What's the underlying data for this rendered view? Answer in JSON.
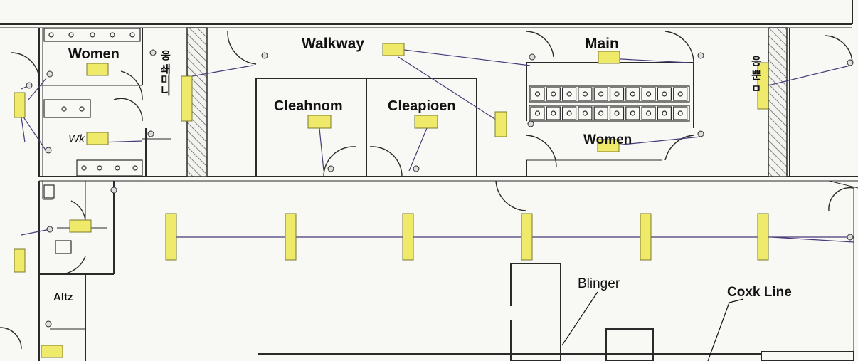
{
  "labels": {
    "women_top": "Women",
    "walkway": "Walkway",
    "main": "Main",
    "cleanroom_1": "Cleahnom",
    "cleanroom_2": "Cleapioen",
    "women_right": "Women",
    "blinger": "Blinger",
    "cook_line": "Coxk Line",
    "small_room": "Altz",
    "vertical_left": "웅 쇄미니",
    "vertical_right": "응 뿐 ㅁ",
    "small_wm": "Wk"
  },
  "colors": {
    "fixture": "#f0ea6a",
    "fixture_stroke": "#7a7a30",
    "wire": "#4a3a7a",
    "wall": "#2a2a2a"
  }
}
